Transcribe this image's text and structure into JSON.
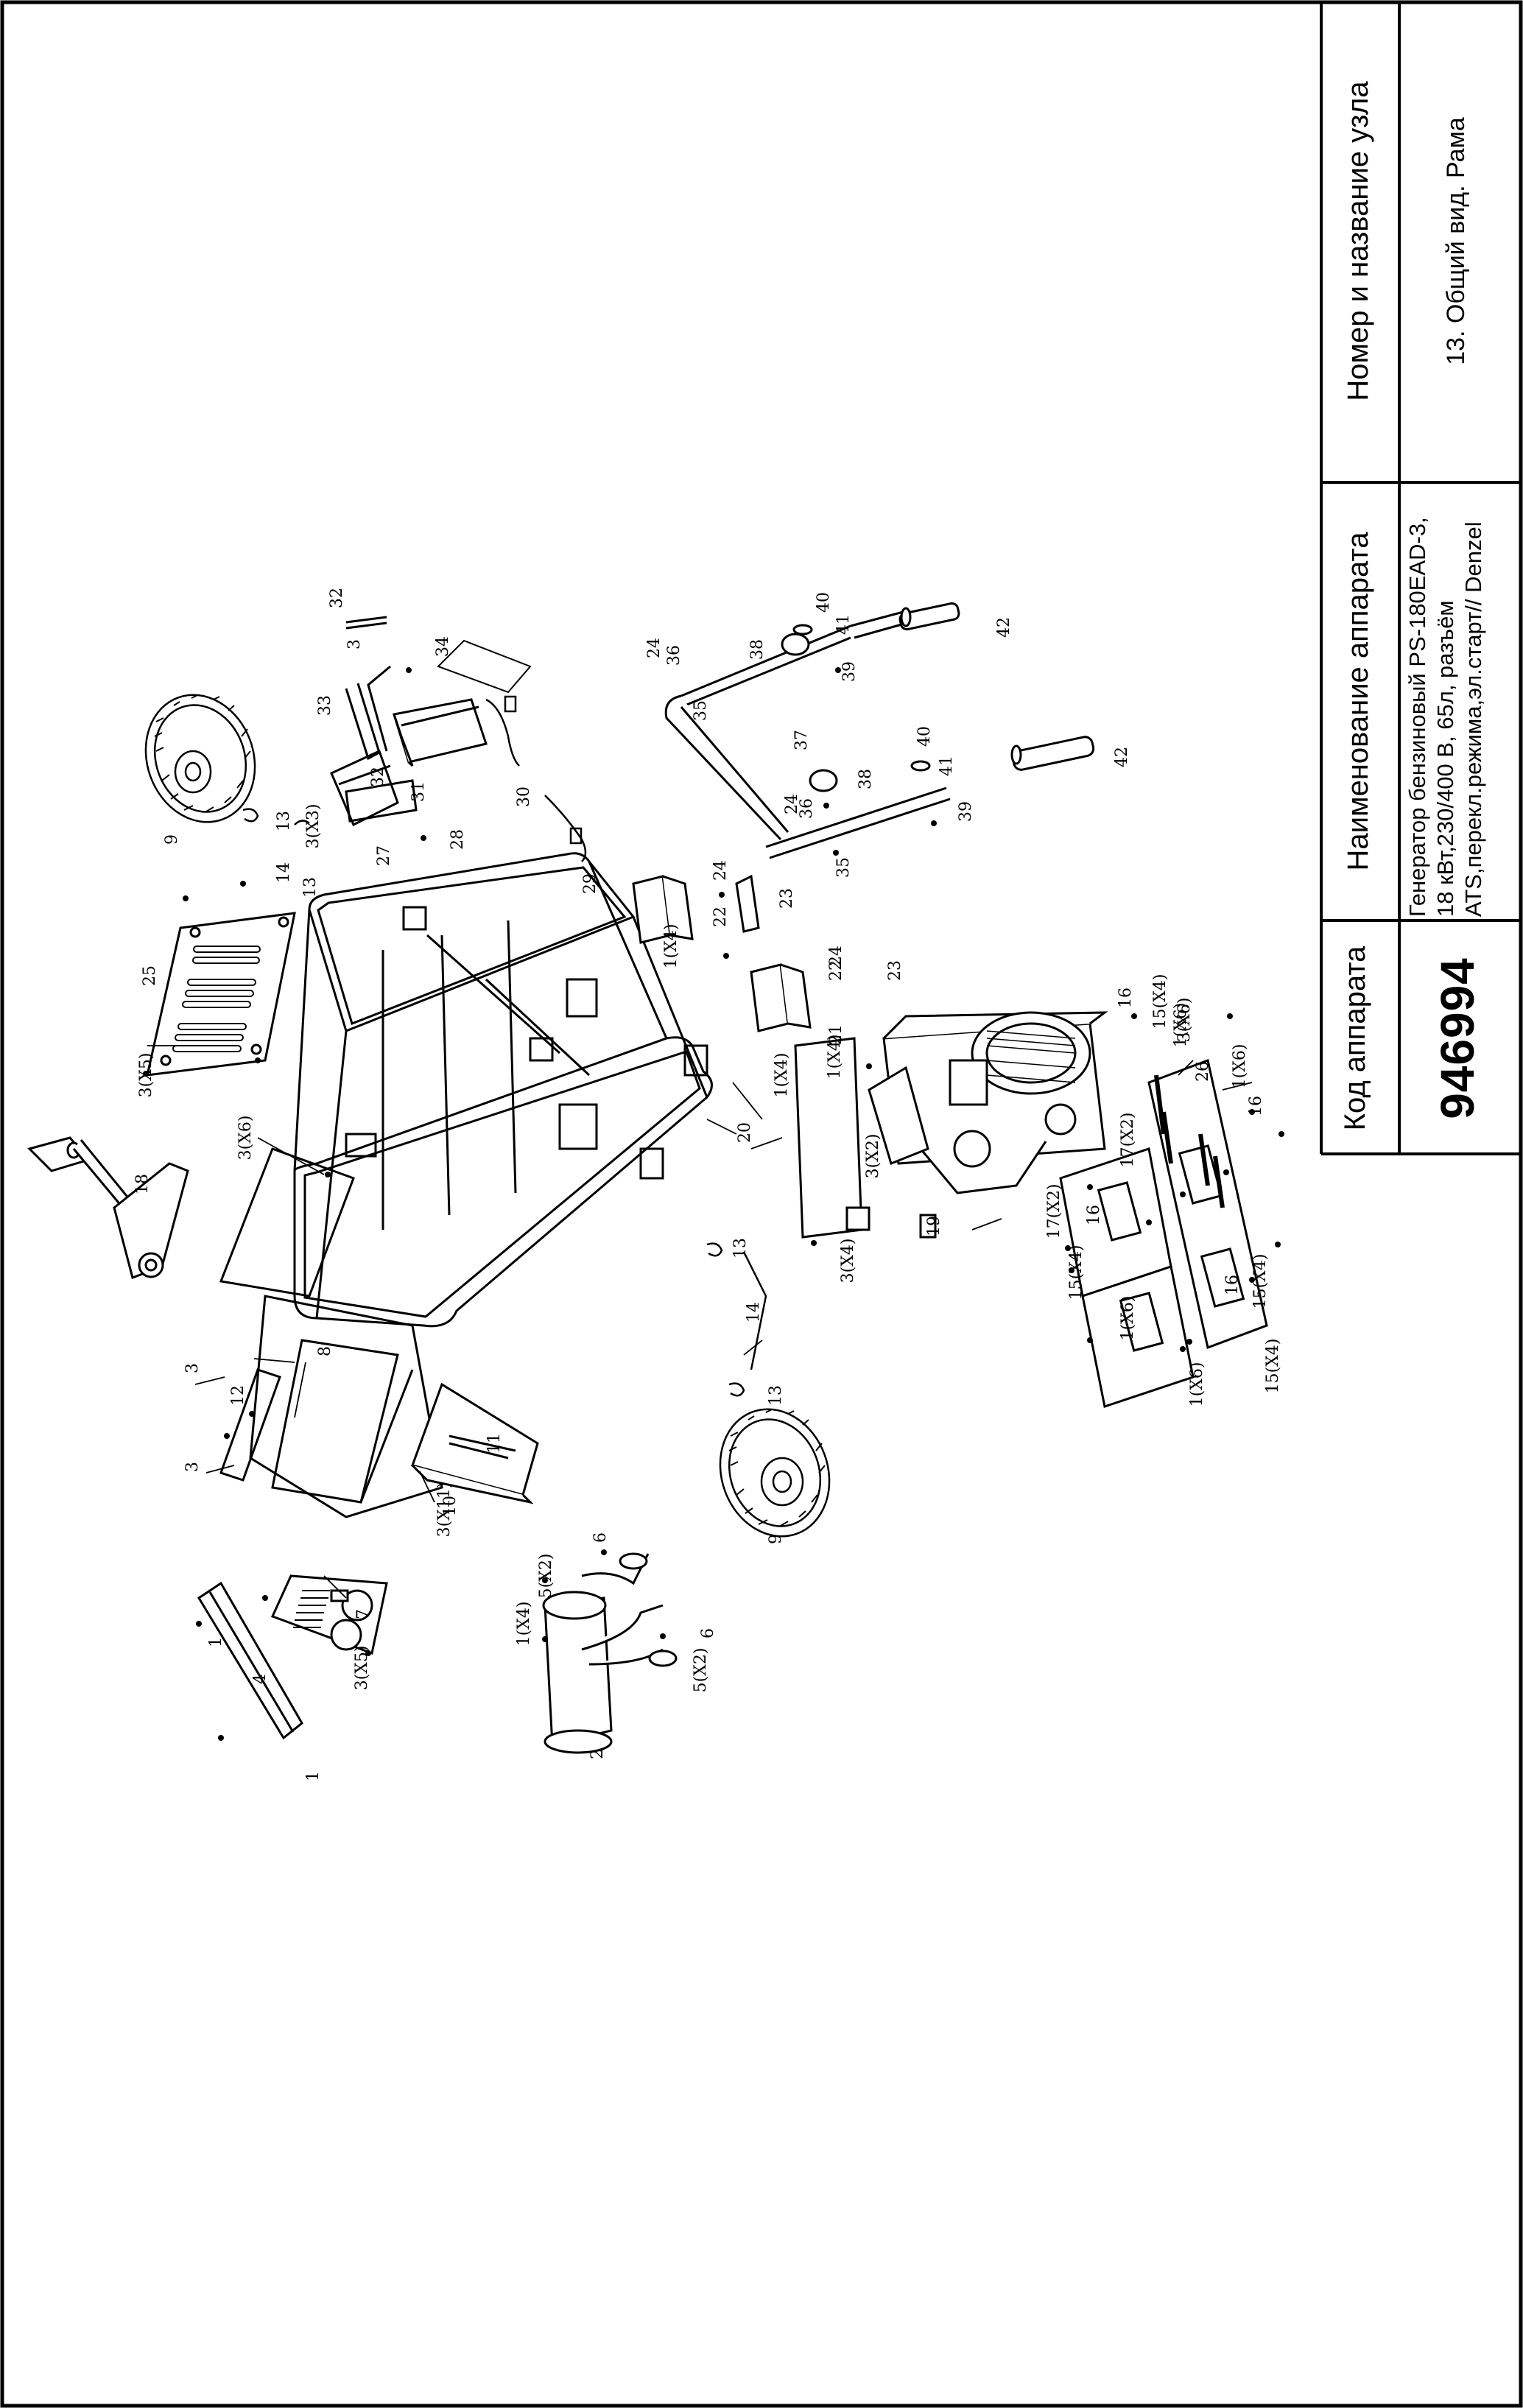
{
  "title_block": {
    "code_header": "Код аппарата",
    "code_value": "946994",
    "name_header": "Наименование аппарата",
    "name_lines": [
      "Генератор бензиновый PS-180EAD-3,",
      "18 кВт,230/400 В, 65л, разъём",
      "ATS,перекл.режима,эл.старт// Denzel"
    ],
    "node_header": "Номер и название узла",
    "node_value": "13. Общий вид. Рама"
  },
  "callouts": [
    "1",
    "1",
    "1(X4)",
    "1(X4)",
    "1(X4)",
    "1(X4)",
    "1(X6)",
    "1(X6)",
    "1(X6)",
    "1(X6)",
    "2",
    "3",
    "3",
    "3(X2)",
    "3(X3)",
    "3(X4)",
    "3(X5)",
    "3(X5)",
    "3(X6)",
    "3(X6)",
    "3(X11)",
    "3",
    "4",
    "5(X2)",
    "5(X2)",
    "6",
    "6",
    "7",
    "8",
    "9",
    "9",
    "10",
    "11",
    "12",
    "13",
    "13",
    "13",
    "13",
    "14",
    "14",
    "15(X4)",
    "15(X4)",
    "15(X4)",
    "15(X4)",
    "16",
    "16",
    "16",
    "16",
    "17(X2)",
    "17(X2)",
    "18",
    "19",
    "20",
    "21",
    "22",
    "22",
    "23",
    "23",
    "24",
    "24",
    "24",
    "24",
    "25",
    "26",
    "27",
    "28",
    "29",
    "30",
    "31",
    "32",
    "32",
    "33",
    "34",
    "35",
    "35",
    "36",
    "36",
    "37",
    "38",
    "38",
    "39",
    "39",
    "40",
    "40",
    "41",
    "41",
    "42",
    "42"
  ],
  "icons": [
    "wheel-icon",
    "frame-icon",
    "engine-icon",
    "battery-icon",
    "handle-icon",
    "muffler-icon",
    "panel-icon",
    "lifting-eye-icon"
  ]
}
